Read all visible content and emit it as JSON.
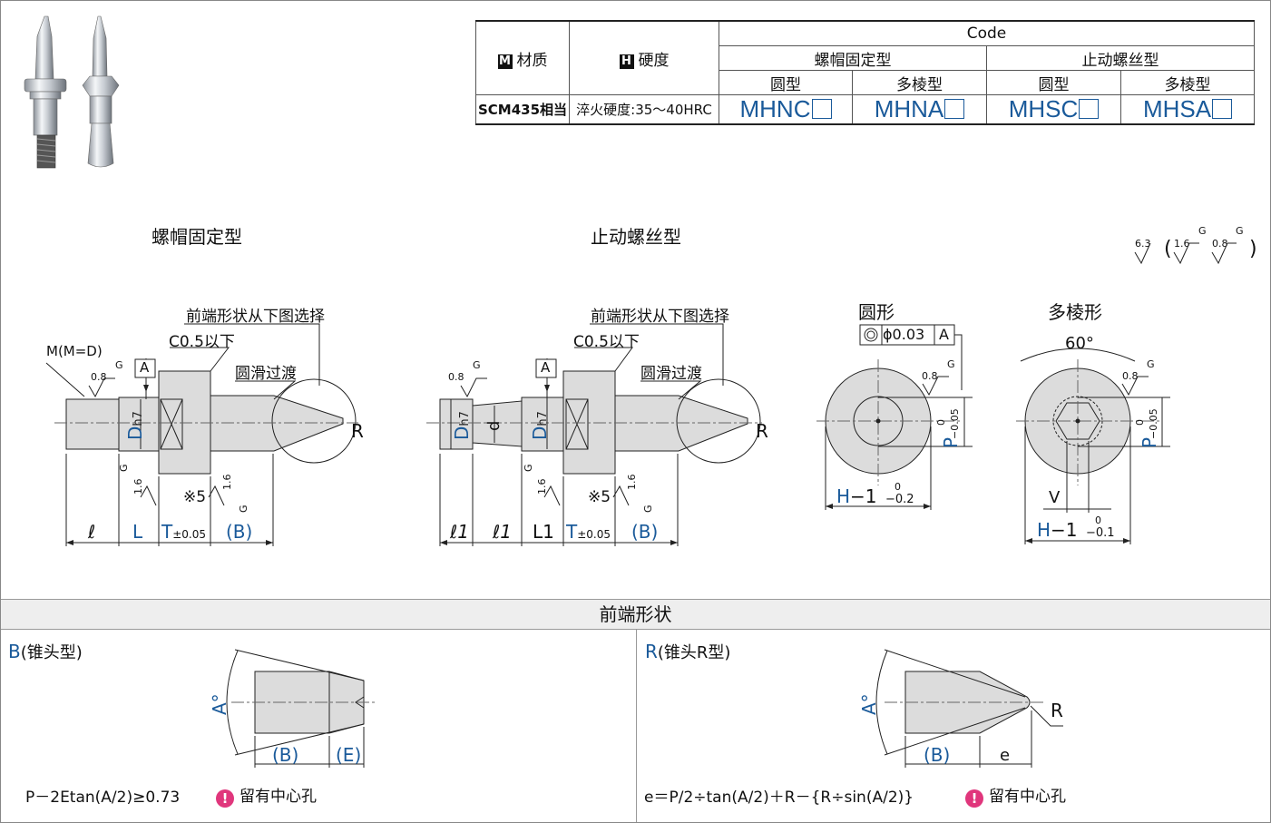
{
  "table": {
    "material_badge": "M",
    "material_label": "材质",
    "hardness_badge": "H",
    "hardness_label": "硬度",
    "code_header": "Code",
    "group1": "螺帽固定型",
    "group2": "止动螺丝型",
    "sub1": "圆型",
    "sub2": "多棱型",
    "sub3": "圆型",
    "sub4": "多棱型",
    "material_value": "SCM435相当",
    "hardness_value": "淬火硬度:35～40HRC",
    "codes": [
      "MHNC",
      "MHNA",
      "MHSC",
      "MHSA"
    ]
  },
  "titles": {
    "nut_type": "螺帽固定型",
    "screw_type": "止动螺丝型",
    "round": "圆形",
    "polygon": "多棱形",
    "tip_section": "前端形状"
  },
  "roughness": {
    "r1": "6.3",
    "r2": "1.6",
    "r3": "0.8",
    "g": "G",
    "open": "(",
    "close": ")"
  },
  "drawing_labels": {
    "tip_select": "前端形状从下图选择",
    "chamfer": "C0.5以下",
    "smooth": "圆滑过渡",
    "thread": "M(M=D)",
    "datum": "A",
    "r": "R",
    "rough08": "0.8",
    "rough16": "1.6",
    "note5": "※5",
    "D": "D",
    "h7": "h7",
    "d": "d",
    "l": "ℓ",
    "l1": "ℓ1",
    "L": "L",
    "L1": "L1",
    "T": "T",
    "T_tol": "±0.05",
    "B": "(B)",
    "E": "(E)",
    "angle": "A°",
    "sixty": "60°",
    "coax": "ϕ0.03",
    "P": "P",
    "P_tol_up": "0",
    "P_tol_low": "−0.05",
    "H": "H",
    "H_minus": "−1",
    "H_tol_up": "0",
    "H_tol_low1": "−0.2",
    "H_tol_low2": "−0.1",
    "V": "V",
    "e": "e"
  },
  "tips": {
    "b_code": "B",
    "b_name": "(锥头型)",
    "b_formula": "P－2Etan(A/2)≥0.73",
    "r_code": "R",
    "r_name": "(锥头R型)",
    "r_formula": "e＝P/2÷tan(A/2)＋R－{R÷sin(A/2)}",
    "center_hole": "留有中心孔",
    "warn_icon": "!"
  }
}
